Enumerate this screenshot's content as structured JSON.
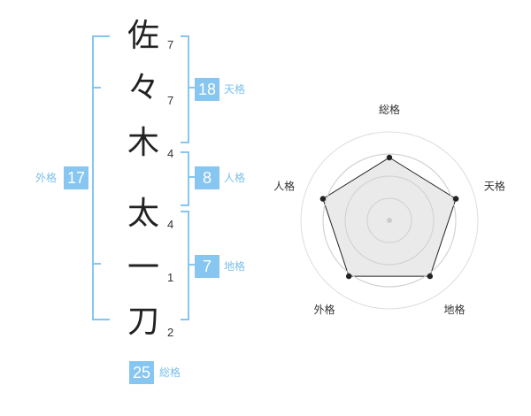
{
  "name": {
    "chars": [
      "佐",
      "々",
      "木",
      "太",
      "一",
      "刀"
    ],
    "strokes": [
      "7",
      "7",
      "4",
      "4",
      "1",
      "2"
    ]
  },
  "fortune": {
    "tenkaku": {
      "value": "18",
      "label": "天格"
    },
    "jinkaku": {
      "value": "8",
      "label": "人格"
    },
    "chikaku": {
      "value": "7",
      "label": "地格"
    },
    "gaikaku": {
      "value": "17",
      "label": "外格"
    },
    "soukaku": {
      "value": "25",
      "label": "総格"
    }
  },
  "colors": {
    "accent": "#86c6f0",
    "label_text": "#7cc0ec"
  },
  "chart_data": {
    "type": "radar",
    "axes": [
      "総格",
      "天格",
      "地格",
      "外格",
      "人格"
    ],
    "values": [
      0.71,
      0.79,
      0.78,
      0.78,
      0.79
    ],
    "rings": 4,
    "grid": true
  }
}
